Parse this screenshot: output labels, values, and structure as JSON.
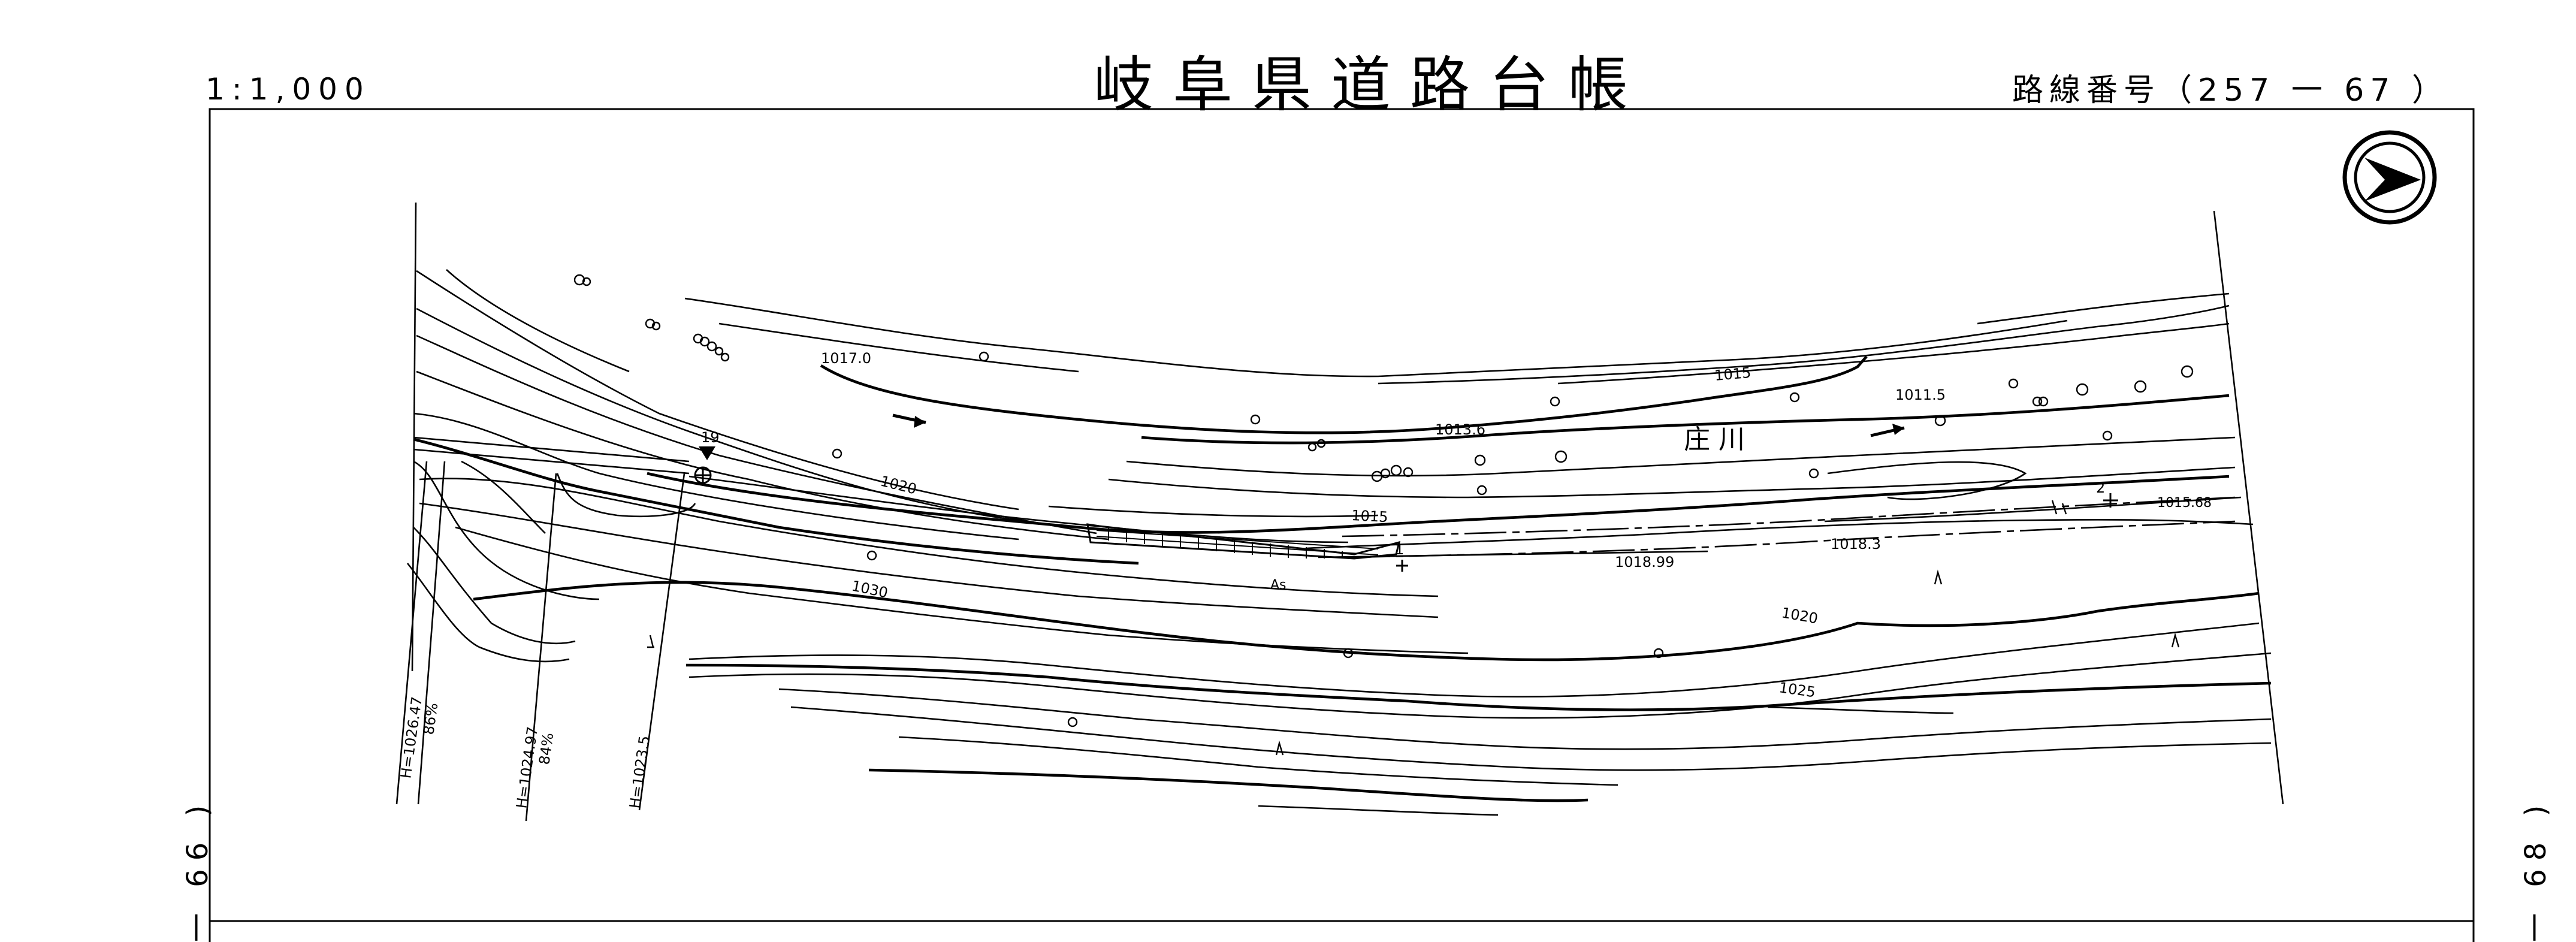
{
  "header": {
    "title": "岐阜県道路台帳",
    "scale": "1:1,000",
    "route_number": "路線番号（257 一 67 ）"
  },
  "sheet_links": {
    "left": "一 66 )",
    "right": "一 68 )"
  },
  "map": {
    "north_arrow_icon": "north-arrow-icon",
    "river_name": "庄 川",
    "elevations": {
      "e10170": "1017.0",
      "e10136": "1013.6",
      "e10115": "1011.5",
      "e101568": "1015.68",
      "e10183": "1018.3",
      "e101899": "1018.99"
    },
    "contour_labels": {
      "c1015a": "1015",
      "c1015b": "1015",
      "c1020a": "1020",
      "c1020b": "1020",
      "c1025": "1025",
      "c1030": "1030"
    },
    "points": {
      "p19": "19",
      "p1": "1",
      "p2": "2"
    },
    "surface": "As",
    "sections": {
      "s1_h": "H=1026.47",
      "s1_pct": "86%",
      "s2_h": "H=1024.97",
      "s2_pct": "84%",
      "s3_h": "H=1023.5"
    }
  }
}
